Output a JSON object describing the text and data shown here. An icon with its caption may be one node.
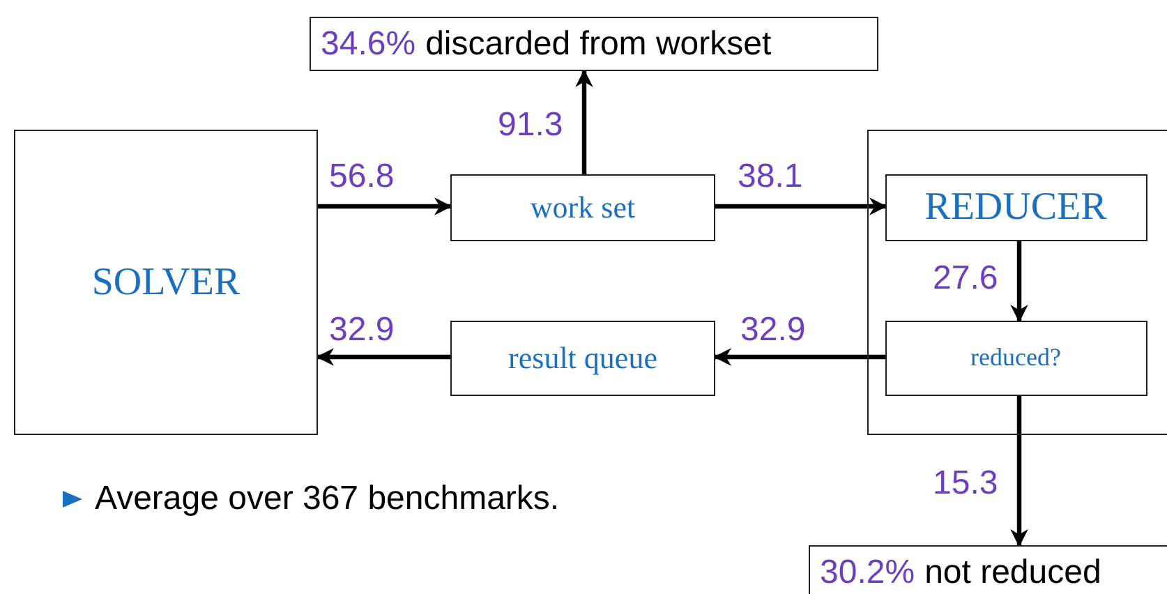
{
  "diagram": {
    "nodes": [
      {
        "text": [
          "SOLVER"
        ]
      },
      {
        "text": [
          "work set"
        ]
      },
      {
        "text": [
          "34.6%",
          "discarded from workset"
        ]
      },
      {
        "text": [],
        "shape": "box"
      },
      {
        "text": [
          "REDUCER"
        ],
        "in": 3
      },
      {
        "text": [
          "reduced?"
        ],
        "in": 3
      },
      {
        "text": [
          "result queue"
        ]
      },
      {
        "text": [
          "30.2%",
          "not reduced"
        ]
      }
    ],
    "edges": [
      {
        "from": 0,
        "to": 1,
        "arrow": "to",
        "label": "56.8"
      },
      {
        "from": 1,
        "to": 2,
        "arrow": "to",
        "label": "91.3"
      },
      {
        "from": 1,
        "to": 4,
        "arrow": "to",
        "label": "38.1"
      },
      {
        "from": 4,
        "to": 5,
        "arrow": "to",
        "label": "27.6"
      },
      {
        "from": 5,
        "to": 6,
        "arrow": "to",
        "label": "32.9"
      },
      {
        "from": 6,
        "to": 0,
        "arrow": "to",
        "label": "32.9"
      },
      {
        "from": 5,
        "to": 7,
        "arrow": "to",
        "label": "15.3"
      }
    ],
    "labels": [
      "Average over 367 benchmarks."
    ]
  }
}
